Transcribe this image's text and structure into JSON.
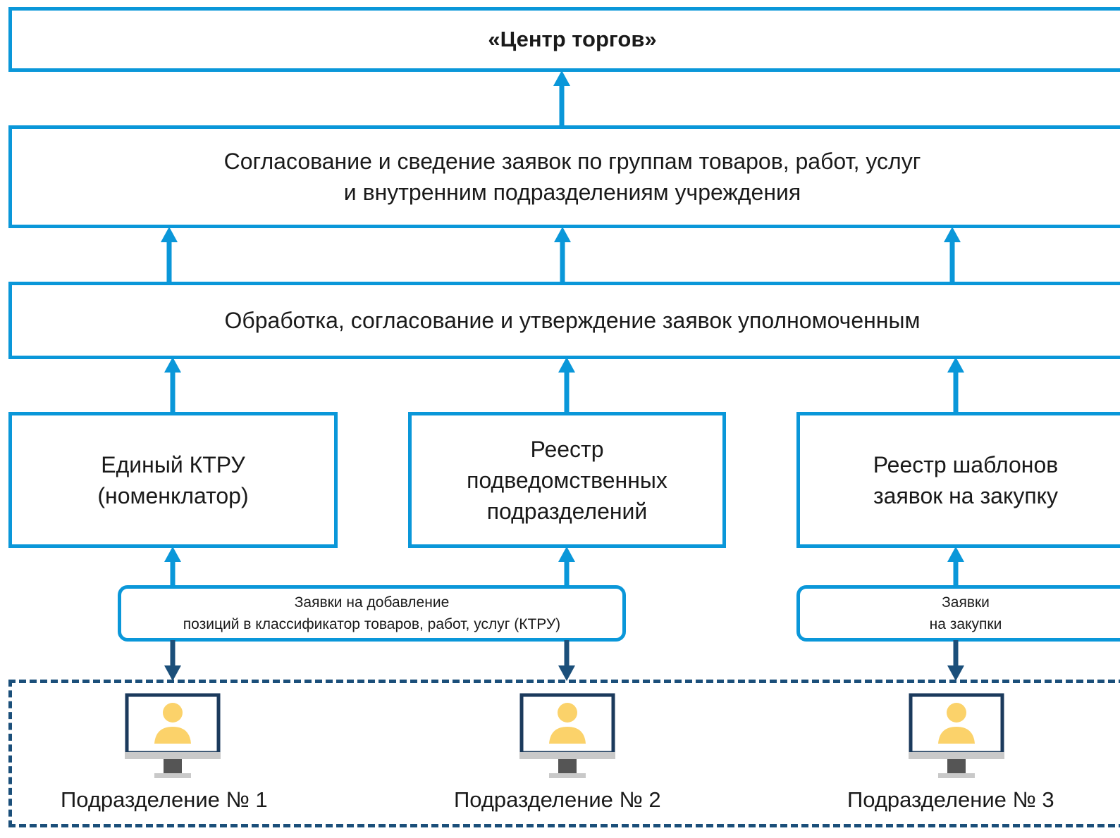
{
  "diagram": {
    "top": {
      "title": "«Центр торгов»"
    },
    "level2": {
      "lines": [
        "Согласование и сведение заявок по группам товаров, работ, услуг",
        "и внутренним подразделениям учреждения"
      ]
    },
    "level3": {
      "text": "Обработка, согласование и утверждение заявок уполномоченным"
    },
    "registries": [
      {
        "lines": [
          "Единый КТРУ",
          "(номенклатор)"
        ]
      },
      {
        "lines": [
          "Реестр",
          "подведомственных",
          "подразделений"
        ]
      },
      {
        "lines": [
          "Реестр шаблонов",
          "заявок на закупку"
        ]
      }
    ],
    "requests": [
      {
        "lines": [
          "Заявки на добавление",
          "позиций в классификатор товаров, работ, услуг (КТРУ)"
        ]
      },
      {
        "lines": [
          "Заявки",
          "на закупки"
        ]
      }
    ],
    "departments": [
      {
        "label": "Подразделение № 1",
        "icon": "user-monitor-icon"
      },
      {
        "label": "Подразделение № 2",
        "icon": "user-monitor-icon"
      },
      {
        "label": "Подразделение № 3",
        "icon": "user-monitor-icon"
      }
    ],
    "colors": {
      "box_border": "#0a97d9",
      "down_arrow": "#1b4f7a",
      "dashed_border": "#1b4f7a",
      "user": "#fbd26a",
      "monitor_frame": "#1b3a5c"
    }
  }
}
